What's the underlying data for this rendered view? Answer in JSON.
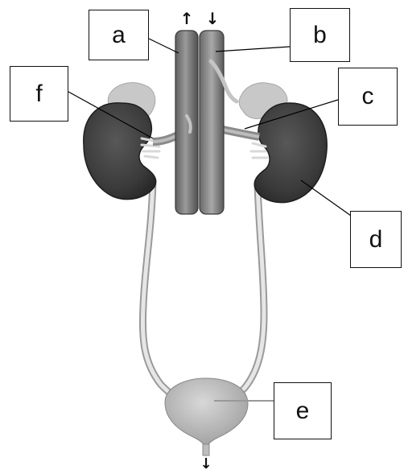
{
  "diagram": {
    "labels": {
      "a": "a",
      "b": "b",
      "c": "c",
      "d": "d",
      "e": "e",
      "f": "f"
    },
    "arrows": {
      "top_left": "↑",
      "top_right": "↓",
      "bottom": "↓"
    },
    "colors": {
      "kidney": "#454545",
      "kidney_dark": "#2a2a2a",
      "vessel": "#7d7d7d",
      "vessel_light": "#b8b8b8",
      "adrenal": "#c9c9c9",
      "ureter": "#dadada",
      "bladder": "#bdbdbd",
      "line": "#000000"
    }
  }
}
